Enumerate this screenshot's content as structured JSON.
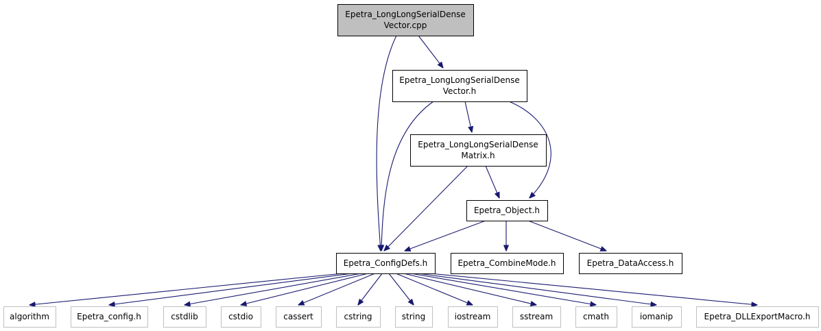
{
  "graph": {
    "colors": {
      "edge": "#191970",
      "root_fill": "#bfbfbf",
      "node_fill": "#ffffff",
      "node_border": "#000000",
      "external_border": "#bfbfbf"
    },
    "nodes": [
      {
        "id": "vector_cpp",
        "lines": [
          "Epetra_LongLongSerialDense",
          "Vector.cpp"
        ],
        "kind": "root"
      },
      {
        "id": "vector_h",
        "lines": [
          "Epetra_LongLongSerialDense",
          "Vector.h"
        ],
        "kind": "local"
      },
      {
        "id": "matrix_h",
        "lines": [
          "Epetra_LongLongSerialDense",
          "Matrix.h"
        ],
        "kind": "local"
      },
      {
        "id": "object_h",
        "lines": [
          "Epetra_Object.h"
        ],
        "kind": "local"
      },
      {
        "id": "configdefs_h",
        "lines": [
          "Epetra_ConfigDefs.h"
        ],
        "kind": "local"
      },
      {
        "id": "combinemode_h",
        "lines": [
          "Epetra_CombineMode.h"
        ],
        "kind": "local"
      },
      {
        "id": "dataaccess_h",
        "lines": [
          "Epetra_DataAccess.h"
        ],
        "kind": "local"
      },
      {
        "id": "algorithm",
        "lines": [
          "algorithm"
        ],
        "kind": "external"
      },
      {
        "id": "epetra_config_h",
        "lines": [
          "Epetra_config.h"
        ],
        "kind": "external"
      },
      {
        "id": "cstdlib",
        "lines": [
          "cstdlib"
        ],
        "kind": "external"
      },
      {
        "id": "cstdio",
        "lines": [
          "cstdio"
        ],
        "kind": "external"
      },
      {
        "id": "cassert",
        "lines": [
          "cassert"
        ],
        "kind": "external"
      },
      {
        "id": "cstring",
        "lines": [
          "cstring"
        ],
        "kind": "external"
      },
      {
        "id": "string",
        "lines": [
          "string"
        ],
        "kind": "external"
      },
      {
        "id": "iostream",
        "lines": [
          "iostream"
        ],
        "kind": "external"
      },
      {
        "id": "sstream",
        "lines": [
          "sstream"
        ],
        "kind": "external"
      },
      {
        "id": "cmath",
        "lines": [
          "cmath"
        ],
        "kind": "external"
      },
      {
        "id": "iomanip",
        "lines": [
          "iomanip"
        ],
        "kind": "external"
      },
      {
        "id": "dllexport_h",
        "lines": [
          "Epetra_DLLExportMacro.h"
        ],
        "kind": "external"
      }
    ],
    "edges": [
      {
        "from": "vector_cpp",
        "to": "vector_h"
      },
      {
        "from": "vector_cpp",
        "to": "configdefs_h"
      },
      {
        "from": "vector_h",
        "to": "matrix_h"
      },
      {
        "from": "vector_h",
        "to": "configdefs_h"
      },
      {
        "from": "vector_h",
        "to": "object_h"
      },
      {
        "from": "matrix_h",
        "to": "object_h"
      },
      {
        "from": "matrix_h",
        "to": "configdefs_h"
      },
      {
        "from": "object_h",
        "to": "configdefs_h"
      },
      {
        "from": "object_h",
        "to": "combinemode_h"
      },
      {
        "from": "object_h",
        "to": "dataaccess_h"
      },
      {
        "from": "configdefs_h",
        "to": "algorithm"
      },
      {
        "from": "configdefs_h",
        "to": "epetra_config_h"
      },
      {
        "from": "configdefs_h",
        "to": "cstdlib"
      },
      {
        "from": "configdefs_h",
        "to": "cstdio"
      },
      {
        "from": "configdefs_h",
        "to": "cassert"
      },
      {
        "from": "configdefs_h",
        "to": "cstring"
      },
      {
        "from": "configdefs_h",
        "to": "string"
      },
      {
        "from": "configdefs_h",
        "to": "iostream"
      },
      {
        "from": "configdefs_h",
        "to": "sstream"
      },
      {
        "from": "configdefs_h",
        "to": "cmath"
      },
      {
        "from": "configdefs_h",
        "to": "iomanip"
      },
      {
        "from": "configdefs_h",
        "to": "dllexport_h"
      }
    ]
  }
}
